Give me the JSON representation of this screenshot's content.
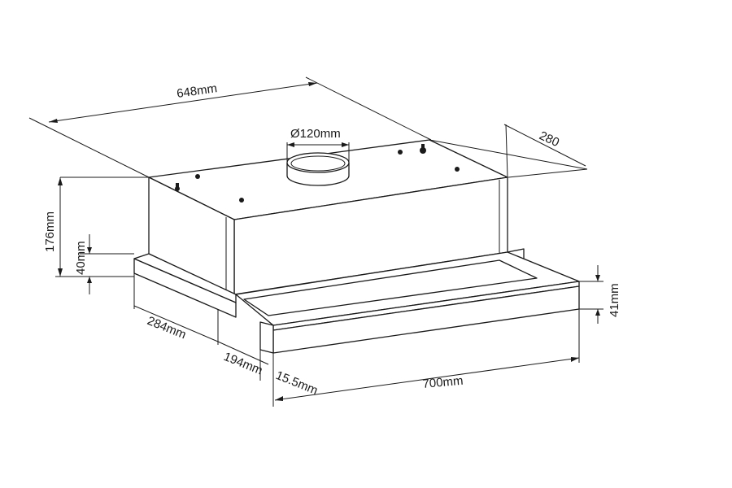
{
  "diagram": {
    "dimensions": {
      "overall_width": "648mm",
      "depth": "280",
      "duct": "Ø120mm",
      "body_height": "176mm",
      "slide_height": "40mm",
      "side_depth": "284mm",
      "slide_depth": "194mm",
      "front_thickness": "15.5mm",
      "front_width": "700mm",
      "front_height": "41mm"
    }
  }
}
